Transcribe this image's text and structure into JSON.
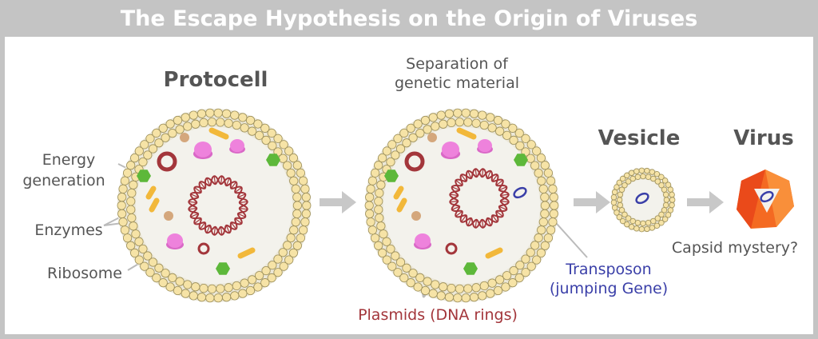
{
  "title": "The Escape Hypothesis on the Origin of Viruses",
  "stages": {
    "protocell": "Protocell",
    "separation_line1": "Separation of",
    "separation_line2": "genetic material",
    "vesicle": "Vesicle",
    "virus": "Virus"
  },
  "labels": {
    "energy_line1": "Energy",
    "energy_line2": "generation",
    "enzymes": "Enzymes",
    "ribosome": "Ribosome",
    "transposon_line1": "Transposon",
    "transposon_line2": "(jumping Gene)",
    "plasmids": "Plasmids (DNA rings)",
    "capsid": "Capsid mystery?"
  },
  "colors": {
    "title_bar": "#c4c4c4",
    "membrane": "#f6e3a6",
    "dna": "#a3363b",
    "transposon": "#3a3fa8",
    "ribosome": "#ee82dc",
    "enzyme": "#f2b83a",
    "energy": "#5db83a",
    "capsid": "#f25a1c",
    "arrow": "#c8c8c8"
  }
}
